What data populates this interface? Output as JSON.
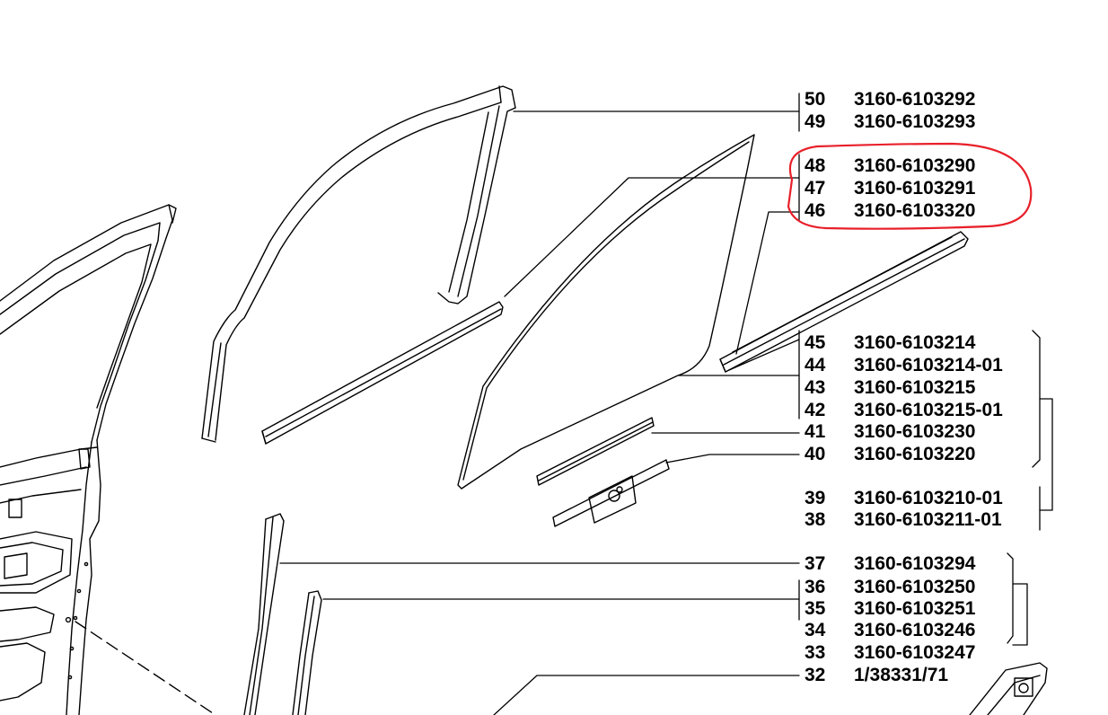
{
  "parts": [
    {
      "num": "50",
      "code": "3160-6103292"
    },
    {
      "num": "49",
      "code": "3160-6103293"
    },
    {
      "num": "48",
      "code": "3160-6103290"
    },
    {
      "num": "47",
      "code": "3160-6103291"
    },
    {
      "num": "46",
      "code": "3160-6103320"
    },
    {
      "num": "45",
      "code": "3160-6103214"
    },
    {
      "num": "44",
      "code": "3160-6103214-01"
    },
    {
      "num": "43",
      "code": "3160-6103215"
    },
    {
      "num": "42",
      "code": "3160-6103215-01"
    },
    {
      "num": "41",
      "code": "3160-6103230"
    },
    {
      "num": "40",
      "code": "3160-6103220"
    },
    {
      "num": "39",
      "code": "3160-6103210-01"
    },
    {
      "num": "38",
      "code": "3160-6103211-01"
    },
    {
      "num": "37",
      "code": "3160-6103294"
    },
    {
      "num": "36",
      "code": "3160-6103250"
    },
    {
      "num": "35",
      "code": "3160-6103251"
    },
    {
      "num": "34",
      "code": "3160-6103246"
    },
    {
      "num": "33",
      "code": "3160-6103247"
    },
    {
      "num": "32",
      "code": "1/38331/71"
    }
  ],
  "highlight": {
    "color": "#e8202a",
    "parts": [
      "48",
      "47",
      "46"
    ]
  }
}
